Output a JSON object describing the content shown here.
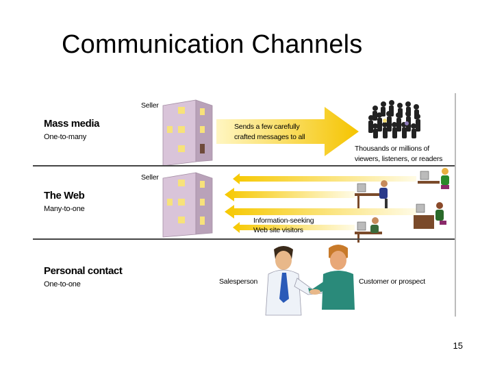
{
  "slide": {
    "title": "Communication Channels",
    "page_number": "15"
  },
  "rows": [
    {
      "title": "Mass media",
      "subtitle": "One-to-many",
      "sender_label": "Seller",
      "message": [
        "Sends a few carefully",
        "crafted messages to all"
      ],
      "audience": [
        "Thousands or millions of",
        "viewers, listeners, or readers"
      ]
    },
    {
      "title": "The Web",
      "subtitle": "Many-to-one",
      "sender_label": "Seller",
      "visitors": [
        "Information-seeking",
        "Web site visitors"
      ]
    },
    {
      "title": "Personal contact",
      "subtitle": "One-to-one",
      "left_person": "Salesperson",
      "right_person": "Customer or prospect"
    }
  ],
  "colors": {
    "arrow_yellow": "#f5c400",
    "arrow_light": "#fff4b0",
    "building": "#d9c4d9",
    "building_shadow": "#b9a2b9",
    "window": "#f7e27a",
    "door": "#6e4a3a"
  }
}
